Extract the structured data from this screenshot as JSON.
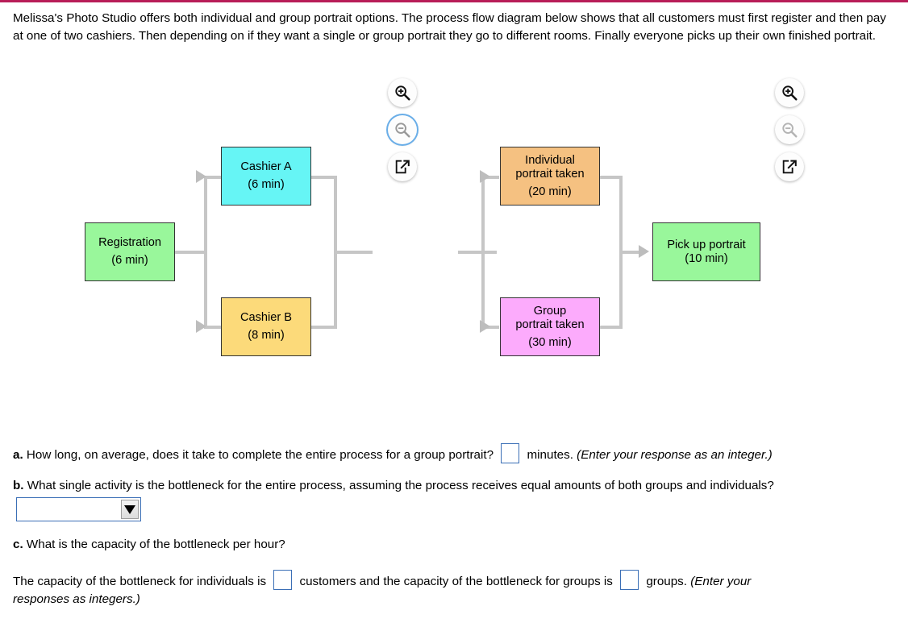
{
  "theme": {
    "top_rule_color": "#b81d58",
    "connector_color": "#c6c6c6",
    "input_border_color": "#3b6fb6",
    "node_border_color": "#333333"
  },
  "intro": {
    "text": "Melissa's Photo Studio offers both individual and group portrait options. The process flow diagram below shows that all customers must first register and then pay at one of two cashiers. Then depending on if they want a single or group portrait they go to different rooms. Finally everyone picks up their own finished portrait."
  },
  "diagram": {
    "nodes": [
      {
        "id": "registration",
        "name": "Registration",
        "duration": "(6 min)",
        "color": "#99f79b"
      },
      {
        "id": "cashier-a",
        "name": "Cashier A",
        "duration": "(6 min)",
        "color": "#66f5f5"
      },
      {
        "id": "cashier-b",
        "name": "Cashier B",
        "duration": "(8 min)",
        "color": "#fcda7a"
      },
      {
        "id": "individual-portrait",
        "name_line1": "Individual",
        "name_line2": "portrait taken",
        "duration": "(20 min)",
        "color": "#f5c181"
      },
      {
        "id": "group-portrait",
        "name_line1": "Group",
        "name_line2": "portrait taken",
        "duration": "(30 min)",
        "color": "#fcabfc"
      },
      {
        "id": "pick-up-portrait",
        "name": "Pick up portrait",
        "duration": "(10 min)",
        "color": "#99f79b"
      }
    ],
    "controls_left": [
      {
        "icon": "zoom-in-icon",
        "state": "normal"
      },
      {
        "icon": "zoom-out-icon",
        "state": "focused"
      },
      {
        "icon": "expand-icon",
        "state": "normal"
      }
    ],
    "controls_right": [
      {
        "icon": "zoom-in-icon",
        "state": "normal"
      },
      {
        "icon": "zoom-out-icon",
        "state": "disabled"
      },
      {
        "icon": "expand-icon",
        "state": "normal"
      }
    ]
  },
  "questions": {
    "a": {
      "label": "a.",
      "text_before": "How long, on average, does it take to complete the entire process for a group portrait?",
      "unit": "minutes.",
      "hint": "(Enter your response as an integer.)",
      "input_value": ""
    },
    "b": {
      "label": "b.",
      "text": "What single activity is the bottleneck for the entire process, assuming the process receives equal amounts of both groups and individuals?",
      "dropdown_value": ""
    },
    "c": {
      "label": "c.",
      "text": "What is the capacity of the bottleneck per hour?",
      "sentence_1": "The capacity of the bottleneck for individuals is",
      "sentence_2": "customers and the capacity of the bottleneck for groups is",
      "sentence_3": "groups.",
      "hint_1": "(Enter your",
      "hint_2": "responses as integers.)",
      "input_individuals": "",
      "input_groups": ""
    }
  }
}
